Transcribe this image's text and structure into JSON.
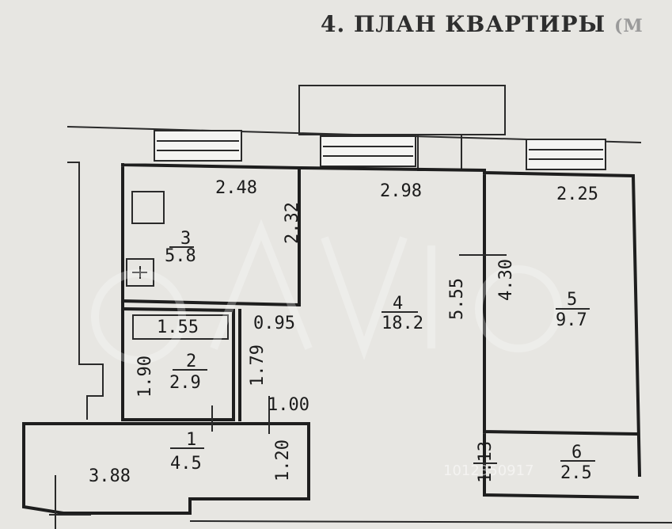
{
  "header": {
    "title": "4. ПЛАН КВАРТИРЫ",
    "title_tail": "(М"
  },
  "rooms": [
    {
      "id": "3",
      "area": "5.8"
    },
    {
      "id": "4",
      "area": "18.2"
    },
    {
      "id": "5",
      "area": "9.7"
    },
    {
      "id": "2",
      "area": "2.9"
    },
    {
      "id": "1",
      "area": "4.5"
    },
    {
      "id": "6",
      "area": "2.5"
    }
  ],
  "dimensions": [
    "2.48",
    "2.32",
    "2.98",
    "2.25",
    "5.55",
    "4.30",
    "0.95",
    "1.55",
    "1.90",
    "1.79",
    "1.00",
    "1.20",
    "3.88",
    "1.13"
  ],
  "watermark": {
    "brand": "Avito",
    "id_text": "1012350917"
  }
}
